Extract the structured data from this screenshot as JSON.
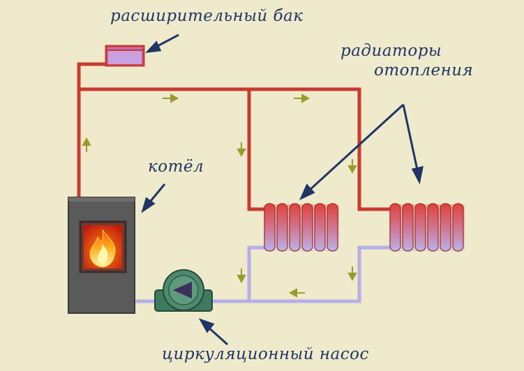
{
  "labels": {
    "expansion_tank": "расширительный бак",
    "radiators_line1": "радиаторы",
    "radiators_line2": "отопления",
    "boiler": "котёл",
    "pump": "циркуляционный насос"
  },
  "colors": {
    "background": "#eeeacb",
    "hot_pipe": "#c93a30",
    "cold_pipe": "#b5aee8",
    "flow_arrow": "#9c9a2c",
    "label_text": "#1f3566",
    "boiler_body": "#565656",
    "pump_body": "#4f8a6e"
  },
  "icons": {
    "flame": "flame-icon",
    "pump_arrow": "triangle-left-icon"
  }
}
